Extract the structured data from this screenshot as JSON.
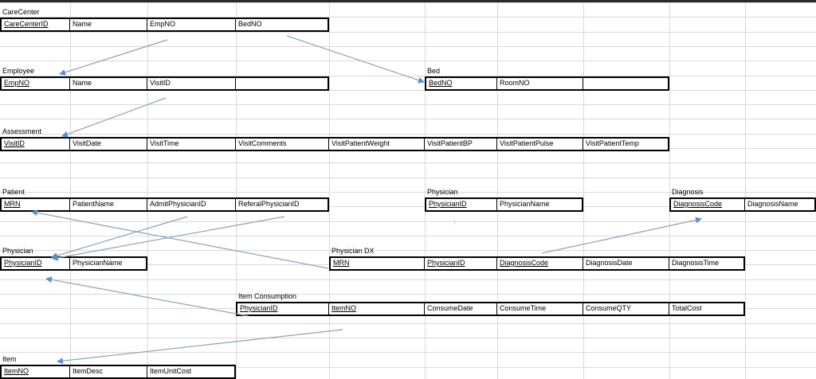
{
  "tables": [
    {
      "id": "carecenter",
      "title": "CareCenter",
      "fields": [
        {
          "name": "CareCenterID",
          "key": true
        },
        {
          "name": "Name"
        },
        {
          "name": "EmpNO"
        },
        {
          "name": "BedNO"
        }
      ]
    },
    {
      "id": "employee",
      "title": "Employee",
      "fields": [
        {
          "name": "EmpNO",
          "key": true
        },
        {
          "name": "Name"
        },
        {
          "name": "VisitID"
        },
        {
          "name": ""
        }
      ]
    },
    {
      "id": "bed",
      "title": "Bed",
      "fields": [
        {
          "name": "BedNO",
          "key": true
        },
        {
          "name": "RoomNO"
        },
        {
          "name": ""
        }
      ]
    },
    {
      "id": "assessment",
      "title": "Assessment",
      "fields": [
        {
          "name": "VisitID",
          "key": true
        },
        {
          "name": "VisitDate"
        },
        {
          "name": "VisitTime"
        },
        {
          "name": "VisitComments"
        },
        {
          "name": "VisitPatientWeight"
        },
        {
          "name": "VisitPatientBP"
        },
        {
          "name": "VisitPatientPulse"
        },
        {
          "name": "VisitPatientTemp"
        }
      ]
    },
    {
      "id": "patient",
      "title": "Patient",
      "fields": [
        {
          "name": "MRN",
          "key": true
        },
        {
          "name": "PatientName"
        },
        {
          "name": "AdmitPhysicianID"
        },
        {
          "name": "ReferalPhysicianID"
        }
      ]
    },
    {
      "id": "physician_top",
      "title": "Physician",
      "fields": [
        {
          "name": "PhysicianID",
          "key": true
        },
        {
          "name": "PhysicianName"
        }
      ]
    },
    {
      "id": "diagnosis",
      "title": "Diagnosis",
      "fields": [
        {
          "name": "DiagnosisCode",
          "key": true
        },
        {
          "name": "DiagnosisName"
        }
      ]
    },
    {
      "id": "physician",
      "title": "Physician",
      "fields": [
        {
          "name": "PhysicianID",
          "key": true
        },
        {
          "name": "PhysicianName"
        }
      ]
    },
    {
      "id": "physiciandx",
      "title": "Physician DX",
      "fields": [
        {
          "name": "MRN",
          "key": true
        },
        {
          "name": "PhysicianID",
          "key": true
        },
        {
          "name": "DiagnosisCode",
          "key": true
        },
        {
          "name": "DiagnosisDate"
        },
        {
          "name": "DiagnosisTime"
        }
      ]
    },
    {
      "id": "itemconsumption",
      "title": "Item Consumption",
      "fields": [
        {
          "name": "PhysicianID",
          "key": true
        },
        {
          "name": "ItemNO",
          "key": true
        },
        {
          "name": "ConsumeDate"
        },
        {
          "name": "ConsumeTime"
        },
        {
          "name": "ConsumeQTY"
        },
        {
          "name": "TotalCost"
        }
      ]
    },
    {
      "id": "item",
      "title": "Item",
      "fields": [
        {
          "name": "ItemNO",
          "key": true
        },
        {
          "name": "ItemDesc"
        },
        {
          "name": "ItemUnitCost"
        }
      ]
    }
  ],
  "colors": {
    "arrow": "#8fa3b6",
    "arrowhead": "#5b8fcf",
    "grid": "#d9d9d9",
    "border": "#000000"
  }
}
